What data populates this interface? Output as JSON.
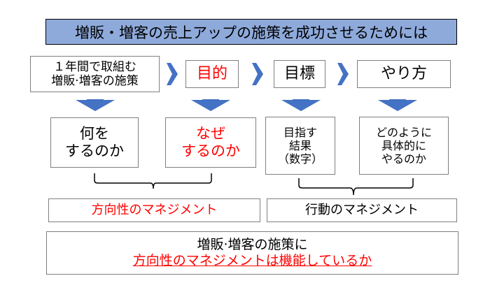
{
  "title": "増販・増客の売上アップの施策を成功させるためには",
  "top_row": {
    "box1": {
      "line1": "１年間で取組む",
      "line2": "増販·増客の施策"
    },
    "box2": "目的",
    "box3": "目標",
    "box4": "やり方"
  },
  "middle_row": {
    "what": {
      "line1": "何を",
      "line2": "するのか"
    },
    "why": {
      "line1": "なぜ",
      "line2": "するのか"
    },
    "target": {
      "line1": "目指す",
      "line2": "結果",
      "line3": "（数字）"
    },
    "how": {
      "line1": "どのように",
      "line2": "具体的に",
      "line3": "やるのか"
    }
  },
  "management": {
    "direction": "方向性のマネジメント",
    "action": "行動のマネジメント"
  },
  "conclusion": {
    "line1": "増販·増客の施策に",
    "line2": "方向性のマネジメントは機能しているか"
  },
  "colors": {
    "accent_blue": "#4472c4",
    "title_bg": "#8eaadb",
    "emphasis_red": "#ff0000"
  }
}
